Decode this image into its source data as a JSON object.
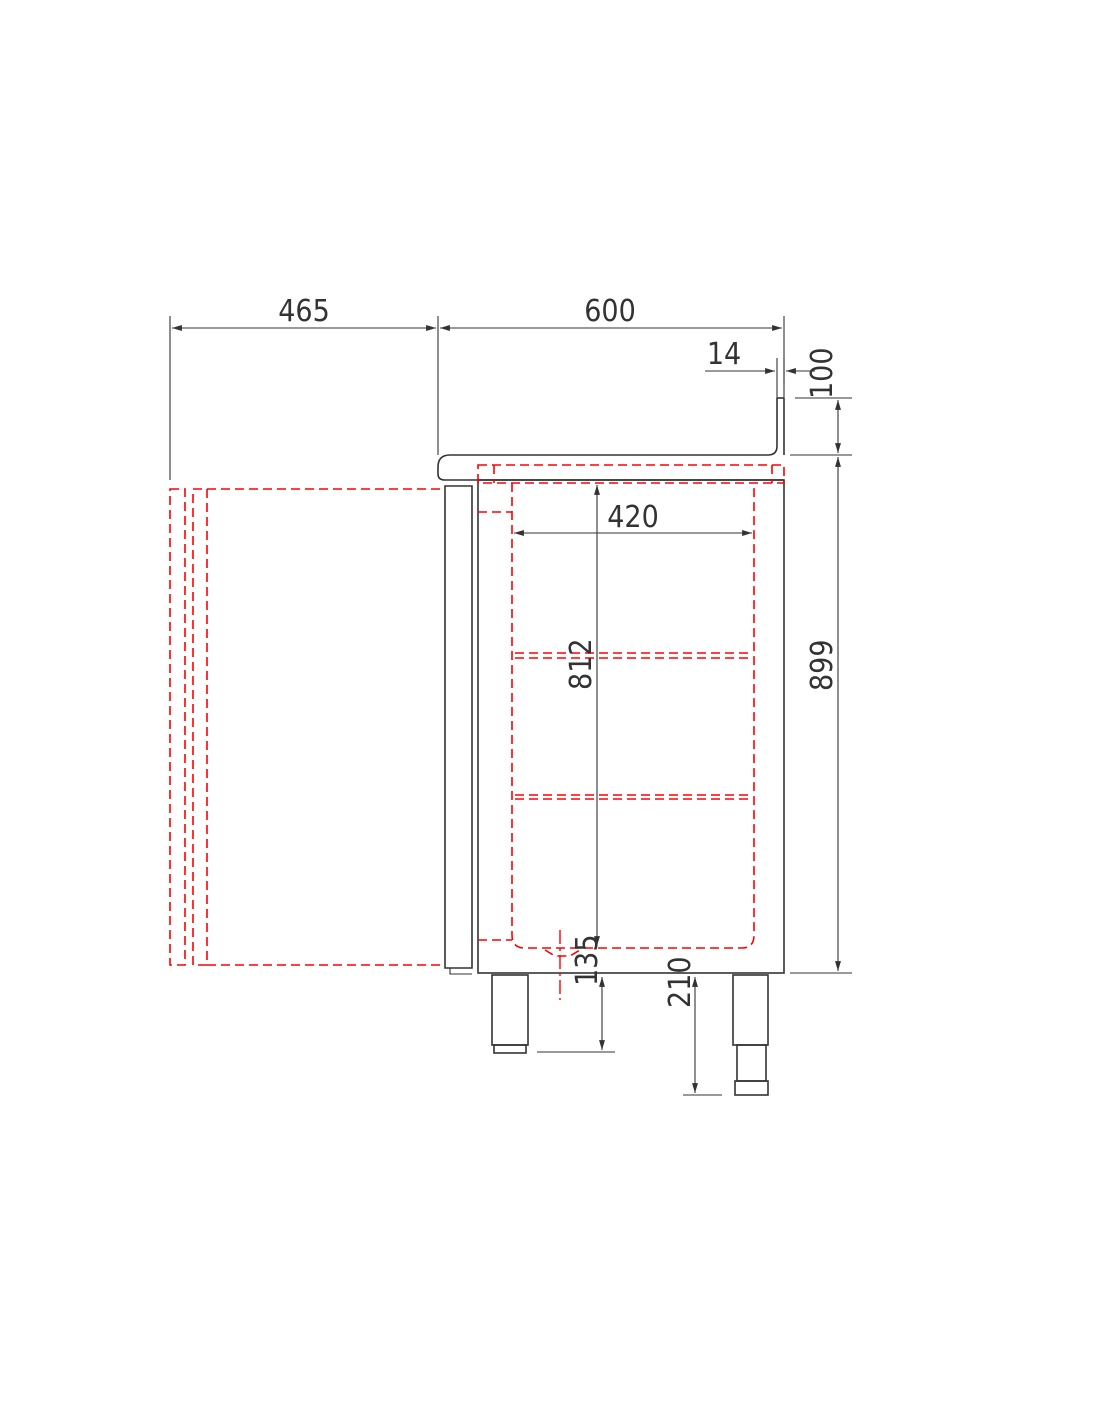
{
  "dimensions": {
    "drawer_extension": "465",
    "depth": "600",
    "backsplash_thickness": "14",
    "backsplash_height": "100",
    "internal_width": "420",
    "internal_height": "812",
    "total_height": "899",
    "floor_clearance_min": "135",
    "floor_clearance_max": "210"
  },
  "colors": {
    "outline": "#333333",
    "hidden_lines": "#ff0000"
  }
}
